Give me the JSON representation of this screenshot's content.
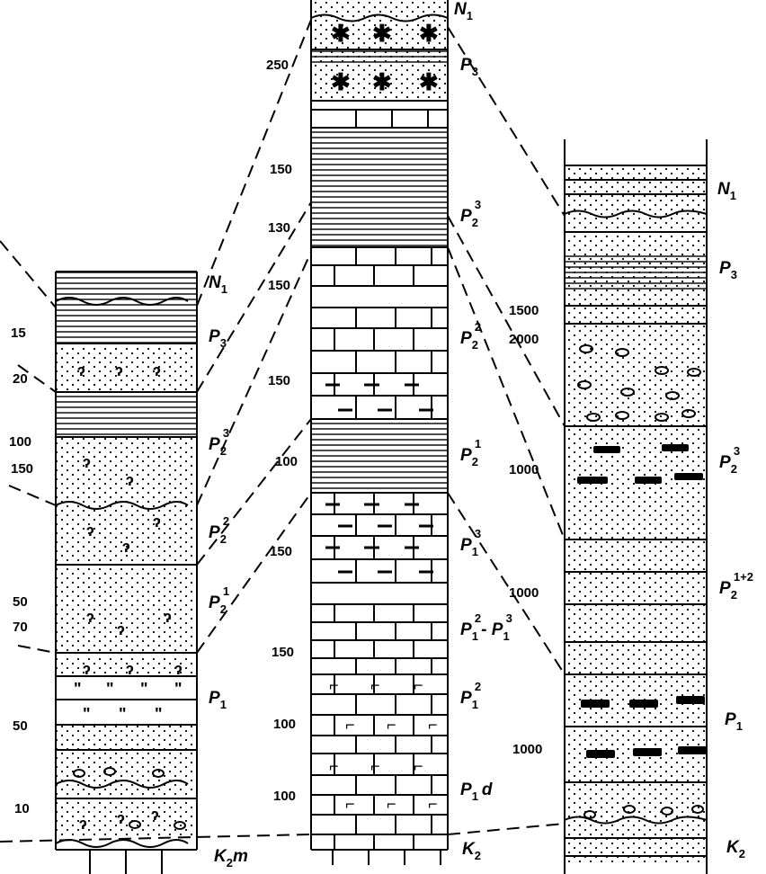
{
  "columns": [
    {
      "id": "left",
      "thickness_labels": [
        "15",
        "20",
        "100",
        "150",
        "50",
        "70",
        "50",
        "10"
      ],
      "age_labels": [
        {
          "base": "N",
          "sub": "1",
          "sup": ""
        },
        {
          "base": "P",
          "sub": "3",
          "sup": ""
        },
        {
          "base": "P",
          "sub": "2",
          "sup": "3"
        },
        {
          "base": "P",
          "sub": "2",
          "sup": "2"
        },
        {
          "base": "P",
          "sub": "2",
          "sup": "1"
        },
        {
          "base": "P",
          "sub": "1",
          "sup": ""
        },
        {
          "base": "K",
          "sub": "2",
          "sup": "",
          "suffix": "m"
        }
      ]
    },
    {
      "id": "middle",
      "thickness_labels": [
        "250",
        "150",
        "130",
        "150",
        "150",
        "100",
        "150",
        "150",
        "100",
        "100"
      ],
      "age_labels": [
        {
          "base": "N",
          "sub": "1",
          "sup": ""
        },
        {
          "base": "P",
          "sub": "3",
          "sup": ""
        },
        {
          "base": "P",
          "sub": "2",
          "sup": "3"
        },
        {
          "base": "P",
          "sub": "2",
          "sup": "2"
        },
        {
          "base": "P",
          "sub": "2",
          "sup": "1"
        },
        {
          "base": "P",
          "sub": "1",
          "sup": "3"
        },
        {
          "base": "P",
          "sub": "1",
          "sup": "2",
          "suffix": "- P",
          "suffix_sub": "1",
          "suffix_sup": "3"
        },
        {
          "base": "P",
          "sub": "1",
          "sup": "2"
        },
        {
          "base": "P",
          "sub": "1",
          "sup": "",
          "suffix": "d"
        },
        {
          "base": "K",
          "sub": "2",
          "sup": ""
        }
      ]
    },
    {
      "id": "right",
      "thickness_labels": [
        "1500",
        "2000",
        "1000",
        "1000",
        "1000"
      ],
      "age_labels": [
        {
          "base": "N",
          "sub": "1",
          "sup": ""
        },
        {
          "base": "P",
          "sub": "3",
          "sup": ""
        },
        {
          "base": "P",
          "sub": "2",
          "sup": "3"
        },
        {
          "base": "P",
          "sub": "2",
          "sup": "1+2"
        },
        {
          "base": "P",
          "sub": "1",
          "sup": ""
        },
        {
          "base": "K",
          "sub": "2",
          "sup": ""
        }
      ]
    }
  ]
}
